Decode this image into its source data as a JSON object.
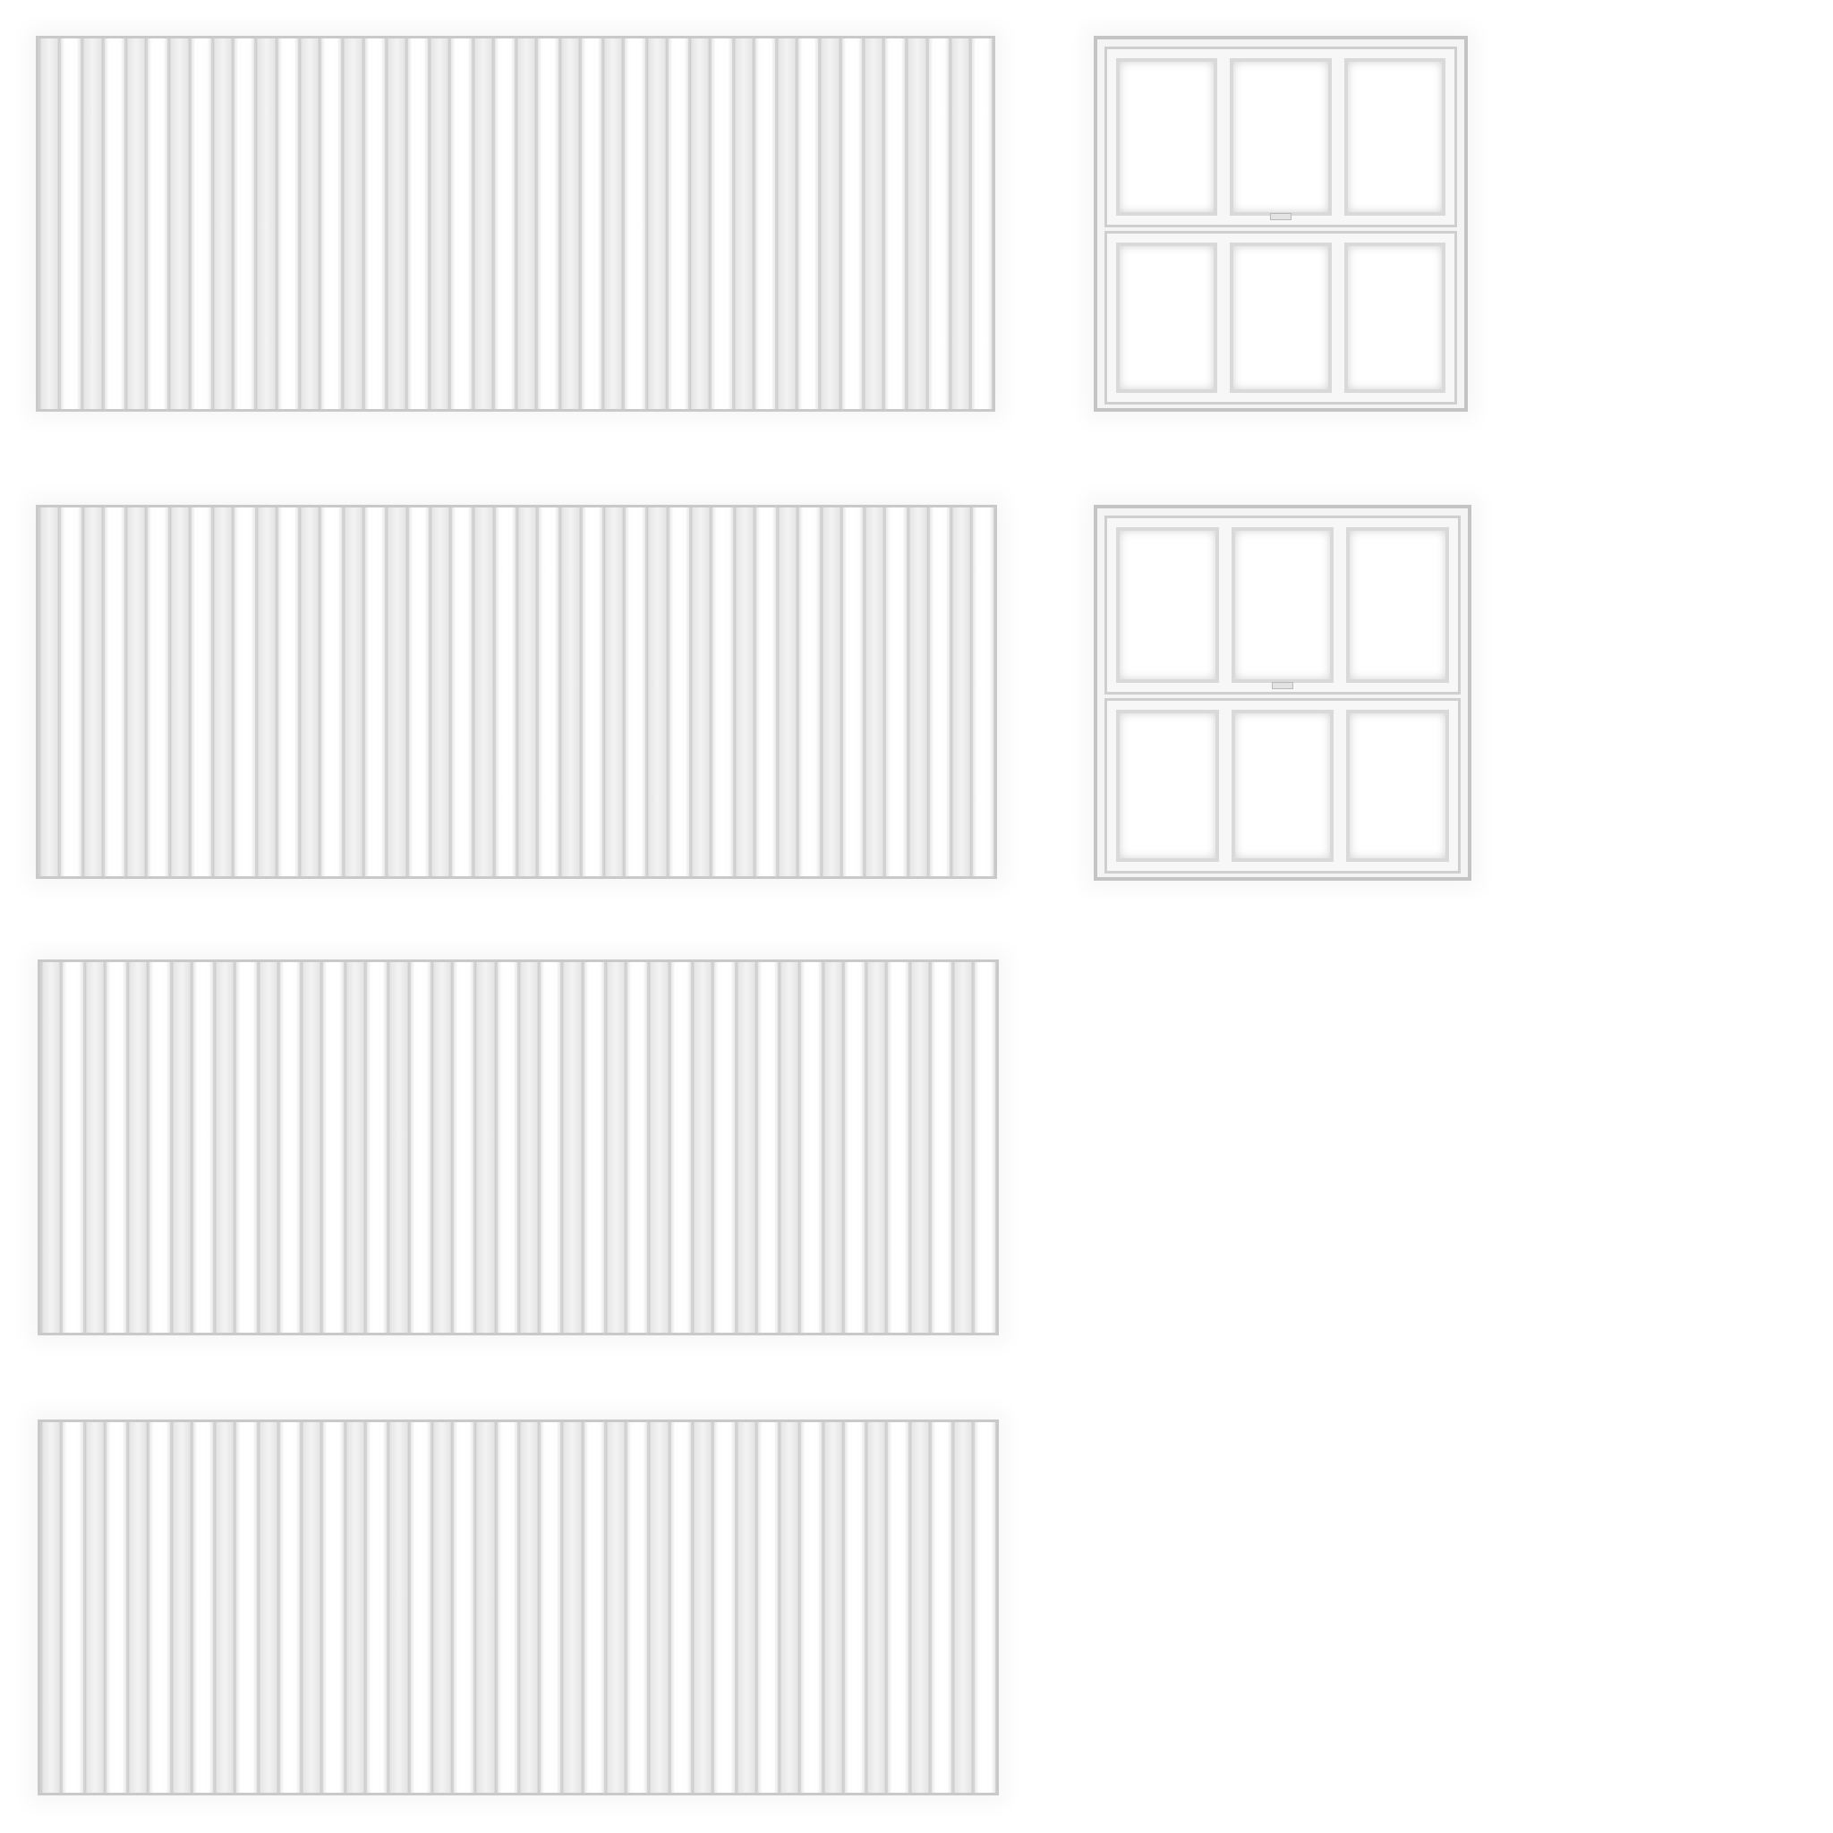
{
  "items": [
    {
      "kind": "slatted-panel",
      "slats": 22
    },
    {
      "kind": "window",
      "columns": 3,
      "rows": 2
    },
    {
      "kind": "slatted-panel",
      "slats": 22
    },
    {
      "kind": "window",
      "columns": 3,
      "rows": 2
    },
    {
      "kind": "slatted-panel",
      "slats": 22
    },
    {
      "kind": "slatted-panel",
      "slats": 22
    }
  ],
  "colors": {
    "background": "#ffffff",
    "frame": "#c9c9c9",
    "slat_shadow": "#c7c7c7",
    "slat_highlight": "#ffffff",
    "pane": "#ffffff"
  }
}
